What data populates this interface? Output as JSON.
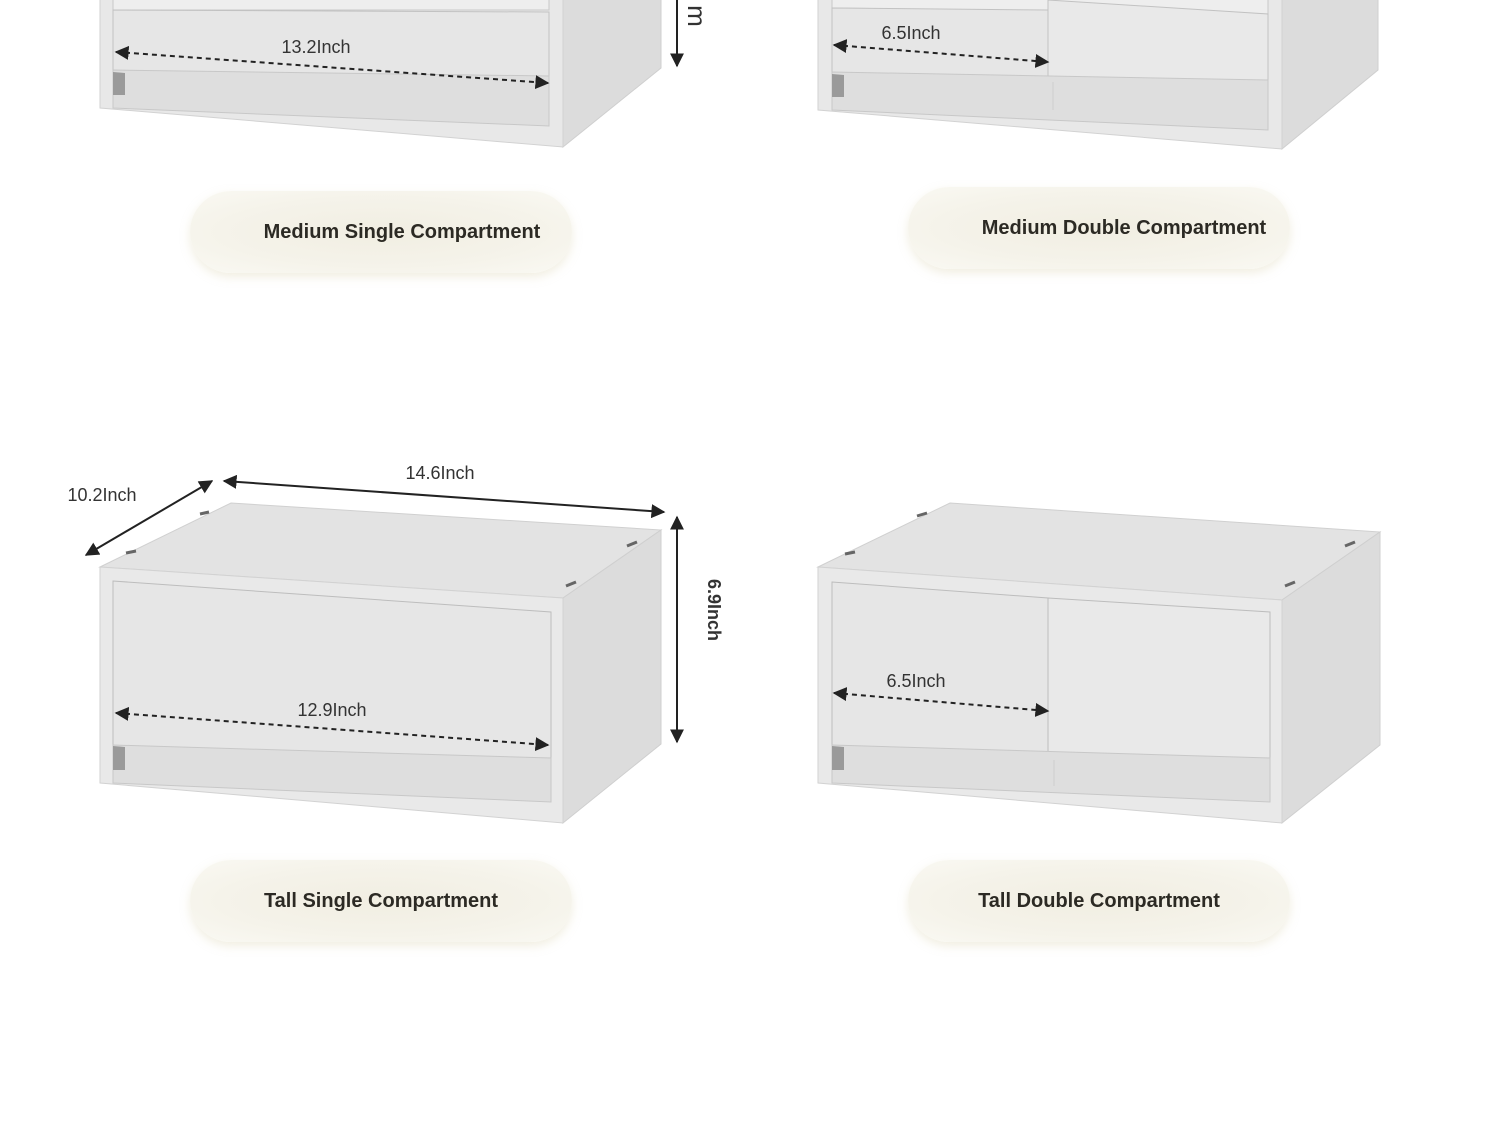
{
  "products": [
    {
      "name": "Medium Single Compartment",
      "dimensions": {
        "drawer_width": "13.2Inch",
        "height_partial": "m"
      }
    },
    {
      "name": "Medium Double Compartment",
      "dimensions": {
        "drawer_width": "6.5Inch"
      }
    },
    {
      "name": "Tall Single Compartment",
      "dimensions": {
        "depth": "10.2Inch",
        "width": "14.6Inch",
        "height": "6.9Inch",
        "drawer_width": "12.9Inch"
      }
    },
    {
      "name": "Tall Double Compartment",
      "dimensions": {
        "drawer_width": "6.5Inch"
      }
    }
  ],
  "colors": {
    "cabinet_front": "#e9e9e9",
    "cabinet_top": "#e3e3e3",
    "cabinet_side": "#dcdcdc",
    "label_pill": "#f4f2e8",
    "label_text": "#2c2a24",
    "dimension_text": "#333333"
  }
}
